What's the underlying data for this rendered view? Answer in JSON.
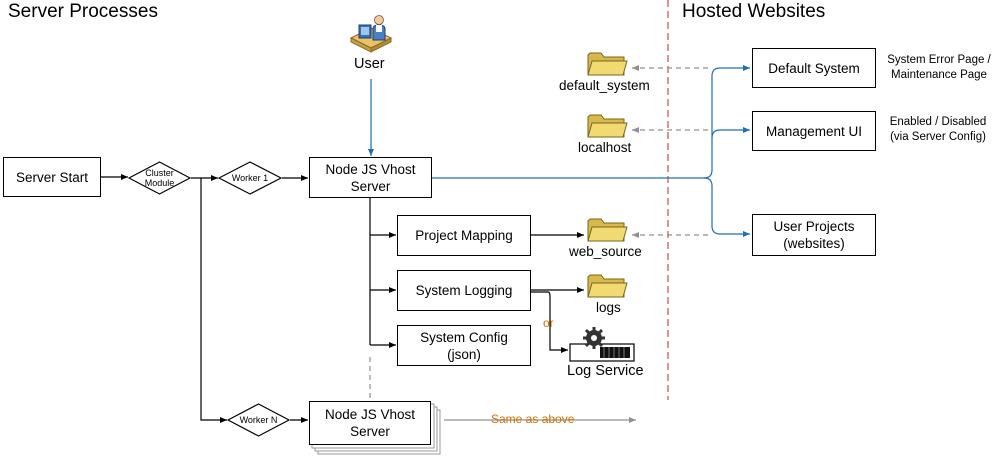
{
  "sections": {
    "server_processes": "Server Processes",
    "hosted_websites": "Hosted Websites"
  },
  "nodes": {
    "server_start": "Server Start",
    "cluster_module_line1": "Cluster",
    "cluster_module_line2": "Module",
    "worker_1": "Worker 1",
    "worker_n": "Worker N",
    "vhost_server_line1": "Node JS Vhost",
    "vhost_server_line2": "Server",
    "vhost_server_n_line1": "Node JS Vhost",
    "vhost_server_n_line2": "Server",
    "user": "User",
    "project_mapping": "Project Mapping",
    "system_logging": "System Logging",
    "system_config_line1": "System Config",
    "system_config_line2": "(json)",
    "log_service": "Log Service",
    "default_system": "Default System",
    "management_ui": "Management UI",
    "user_projects_line1": "User Projects",
    "user_projects_line2": "(websites)"
  },
  "folders": {
    "default_system": "default_system",
    "localhost": "localhost",
    "web_source": "web_source",
    "logs": "logs"
  },
  "notes": {
    "error_page_line1": "System Error Page /",
    "error_page_line2": "Maintenance Page",
    "enabled_line1": "Enabled / Disabled",
    "enabled_line2": "(via Server Config)",
    "or": "or",
    "same_as_above": "Same as above"
  },
  "colors": {
    "blue_connector": "#1f6fb5",
    "divider": "#c0504d",
    "dashed_grey": "#909090",
    "orange_text": "#d07000",
    "folder_fill": "#f2da72"
  }
}
